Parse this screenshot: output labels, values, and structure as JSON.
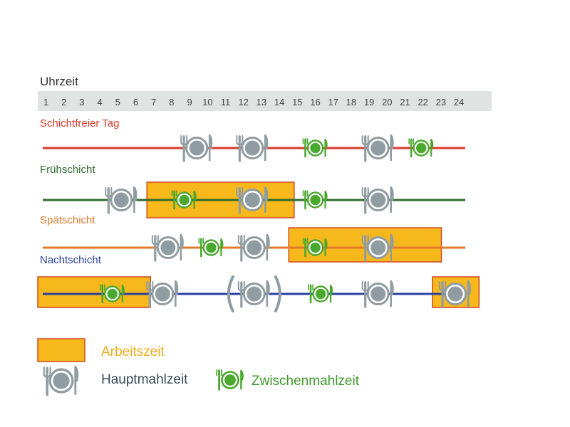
{
  "axis": {
    "title": "Uhrzeit",
    "hours": [
      "1",
      "2",
      "3",
      "4",
      "5",
      "6",
      "7",
      "8",
      "9",
      "10",
      "11",
      "12",
      "13",
      "14",
      "15",
      "16",
      "17",
      "18",
      "19",
      "20",
      "21",
      "22",
      "23",
      "24"
    ]
  },
  "colors": {
    "work": "#f7b81b",
    "work_border": "#d24a27",
    "main_meal": "#8f9ca1",
    "snack": "#4aa82f",
    "axis_band": "#dfe3e2"
  },
  "icons": {
    "main_meal": "plate-cutlery-icon",
    "snack": "green-plate-cutlery-icon"
  },
  "rows": [
    {
      "title": "Schichtfreier Tag",
      "color": "#d83a2a",
      "work_blocks": [],
      "meals": [
        {
          "hour": 9.4,
          "type": "main"
        },
        {
          "hour": 12.5,
          "type": "main"
        },
        {
          "hour": 16.0,
          "type": "snack"
        },
        {
          "hour": 19.5,
          "type": "main"
        },
        {
          "hour": 21.9,
          "type": "snack"
        }
      ]
    },
    {
      "title": "Frühschicht",
      "color": "#2e6b2c",
      "work_blocks": [
        {
          "start": 6.1,
          "end": 14.3
        }
      ],
      "meals": [
        {
          "hour": 5.2,
          "type": "main"
        },
        {
          "hour": 8.7,
          "type": "snack"
        },
        {
          "hour": 12.5,
          "type": "main"
        },
        {
          "hour": 16.0,
          "type": "snack"
        },
        {
          "hour": 19.5,
          "type": "main"
        }
      ]
    },
    {
      "title": "Spätschicht",
      "color": "#e27a2a",
      "work_blocks": [
        {
          "start": 14.0,
          "end": 22.5
        }
      ],
      "meals": [
        {
          "hour": 7.8,
          "type": "main"
        },
        {
          "hour": 10.2,
          "type": "snack"
        },
        {
          "hour": 12.6,
          "type": "main"
        },
        {
          "hour": 16.0,
          "type": "snack"
        },
        {
          "hour": 19.5,
          "type": "main"
        }
      ]
    },
    {
      "title": "Nachtschicht",
      "color": "#2a3fa0",
      "work_blocks": [
        {
          "start": 0.0,
          "end": 6.3
        },
        {
          "start": 22.0,
          "end": 24.6
        }
      ],
      "meals": [
        {
          "hour": 4.7,
          "type": "snack"
        },
        {
          "hour": 7.5,
          "type": "main"
        },
        {
          "hour": 12.6,
          "type": "main",
          "optional": true
        },
        {
          "hour": 16.3,
          "type": "snack"
        },
        {
          "hour": 19.5,
          "type": "main"
        },
        {
          "hour": 23.8,
          "type": "main"
        }
      ]
    }
  ],
  "legend": {
    "work": "Arbeitszeit",
    "main_meal": "Hauptmahlzeit",
    "snack": "Zwischenmahlzeit"
  }
}
